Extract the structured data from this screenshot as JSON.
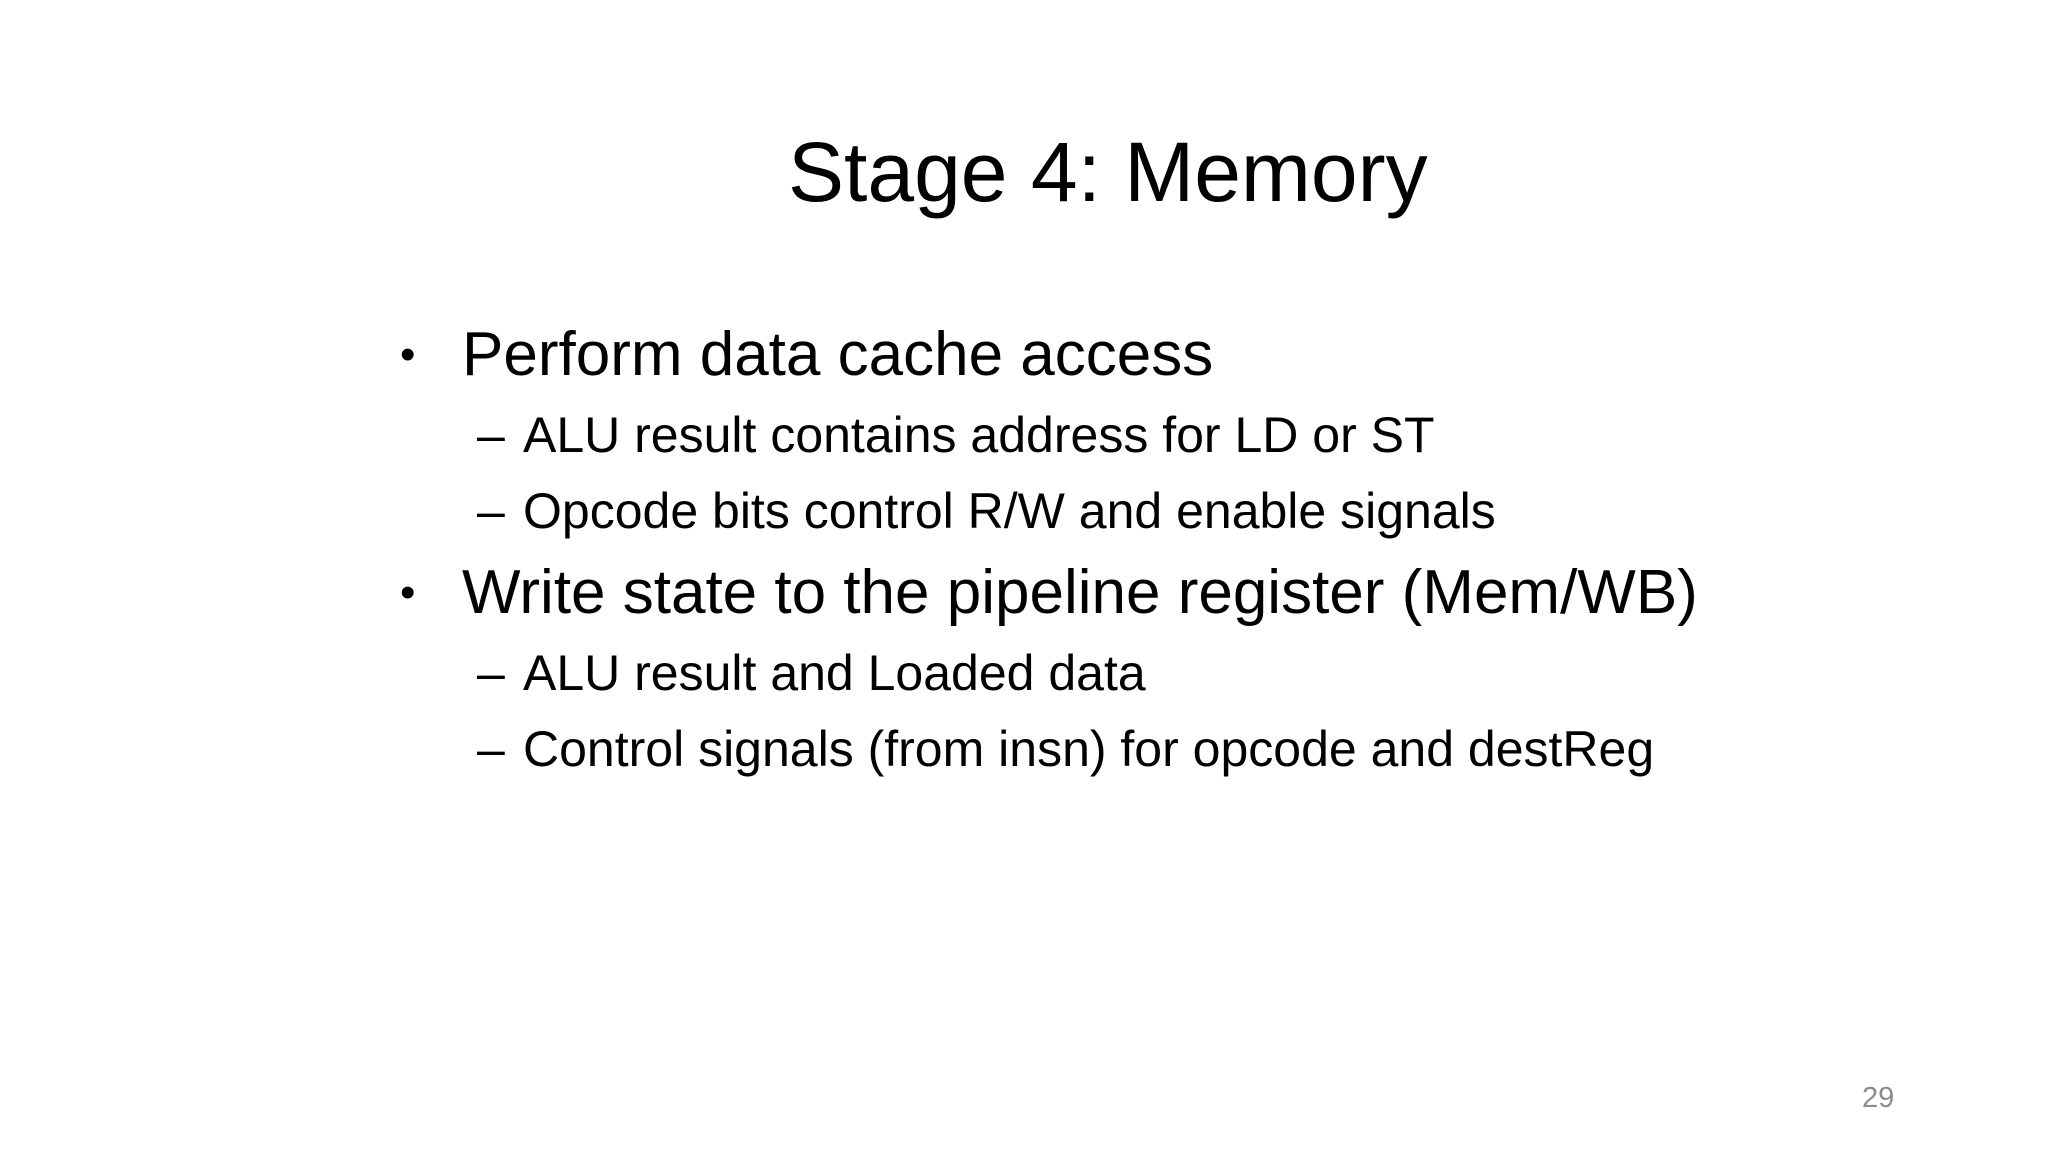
{
  "slide": {
    "title": "Stage 4: Memory",
    "bullets": [
      {
        "level": 1,
        "marker": "•",
        "text": "Perform data cache access"
      },
      {
        "level": 2,
        "marker": "–",
        "text": "ALU result contains address for LD or ST"
      },
      {
        "level": 2,
        "marker": "–",
        "text": "Opcode bits control R/W and enable signals"
      },
      {
        "level": 1,
        "marker": "•",
        "text": "Write state to the pipeline register (Mem/WB)"
      },
      {
        "level": 2,
        "marker": "–",
        "text": "ALU result and Loaded data"
      },
      {
        "level": 2,
        "marker": "–",
        "text": "Control signals (from insn) for opcode and destReg"
      }
    ],
    "page_number": "29",
    "colors": {
      "background": "#ffffff",
      "text": "#000000",
      "page_number": "#8c8c8c"
    }
  }
}
